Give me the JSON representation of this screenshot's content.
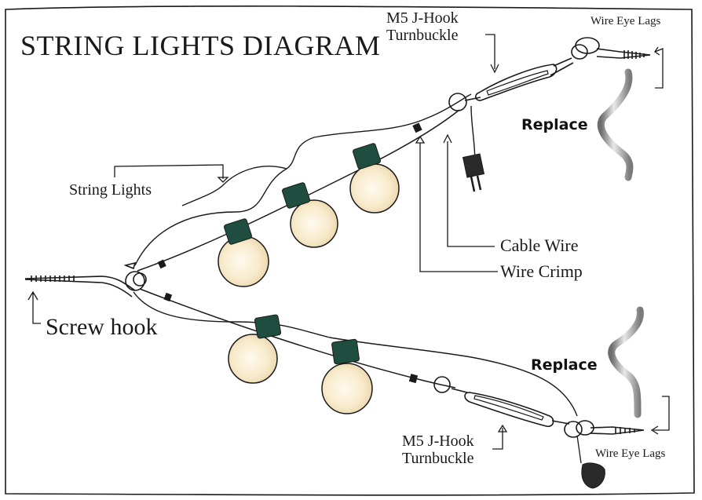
{
  "diagram": {
    "title": "STRING LIGHTS DIAGRAM",
    "labels": {
      "turnbuckle_top": "M5 J-Hook\nTurnbuckle",
      "eye_lags_top": "Wire Eye Lags",
      "replace_top": "Replace",
      "string_lights": "String Lights",
      "cable_wire": "Cable Wire",
      "wire_crimp": "Wire Crimp",
      "screw_hook": "Screw hook",
      "replace_bottom": "Replace",
      "turnbuckle_bottom": "M5 J-Hook\nTurnbuckle",
      "eye_lags_bottom": "Wire Eye Lags"
    },
    "colors": {
      "ink": "#1a1a1a",
      "bulb_socket": "#1f4d3f",
      "bulb_glass": "#f6e6c2",
      "hook_metal": "#9a9a9a"
    },
    "bulbs_upper_count": 3,
    "bulbs_lower_count": 2
  }
}
